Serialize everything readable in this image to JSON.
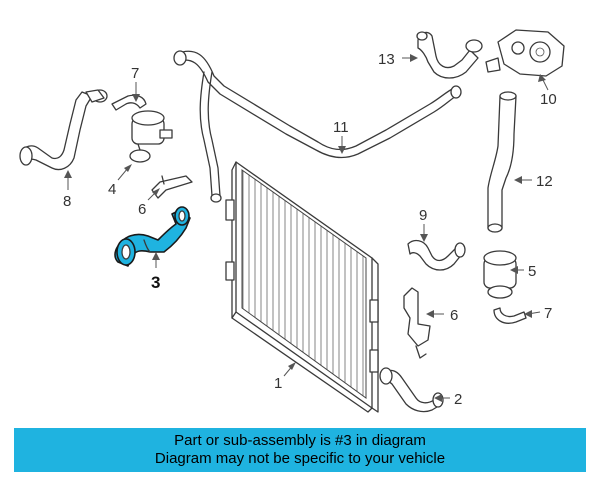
{
  "callouts": {
    "c1": "1",
    "c2": "2",
    "c3": "3",
    "c4": "4",
    "c5": "5",
    "c6a": "6",
    "c6b": "6",
    "c7a": "7",
    "c7b": "7",
    "c8": "8",
    "c9": "9",
    "c10": "10",
    "c11": "11",
    "c12": "12",
    "c13": "13"
  },
  "banner": {
    "line1": "Part or sub-assembly is #3 in diagram",
    "line2": "Diagram may not be specific to your vehicle"
  },
  "colors": {
    "highlight": "#1fb3e0",
    "banner_bg": "#1fb3e0"
  }
}
